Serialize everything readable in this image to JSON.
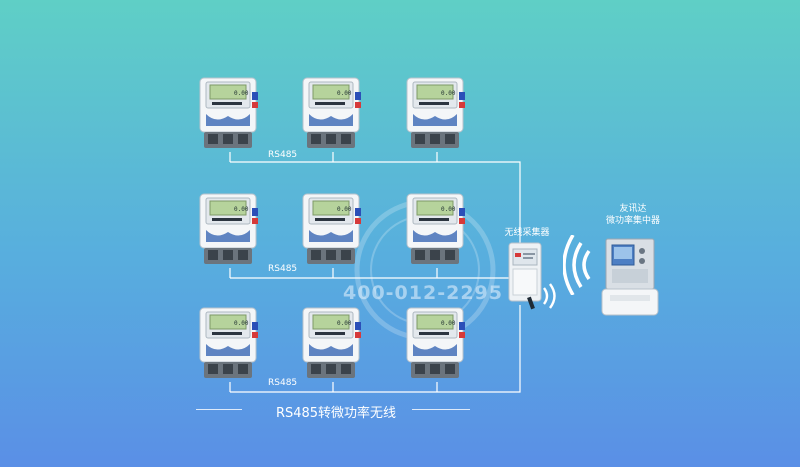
{
  "meters": {
    "reading": "0.00",
    "rows": [
      {
        "bus_label": "RS485",
        "count": 3
      },
      {
        "bus_label": "RS485",
        "count": 3
      },
      {
        "bus_label": "RS485",
        "count": 3
      }
    ]
  },
  "collector": {
    "label": "无线采集器"
  },
  "concentrator": {
    "label_line1": "友讯达",
    "label_line2": "微功率集中器"
  },
  "watermark": {
    "text": "400-012-2295"
  },
  "caption": "RS485转微功率无线",
  "colors": {
    "background_top": "#5fcfc6",
    "background_bottom": "#5a8fe6",
    "line": "#ffffff",
    "meter_body": "#f4f6f8",
    "meter_screen": "#b6d39c",
    "meter_accent_red": "#d63a3a",
    "meter_accent_blue": "#2b4fb8"
  },
  "icons": [
    "electric-meter-icon",
    "wireless-signal-icon",
    "collector-device-icon",
    "concentrator-device-icon"
  ]
}
